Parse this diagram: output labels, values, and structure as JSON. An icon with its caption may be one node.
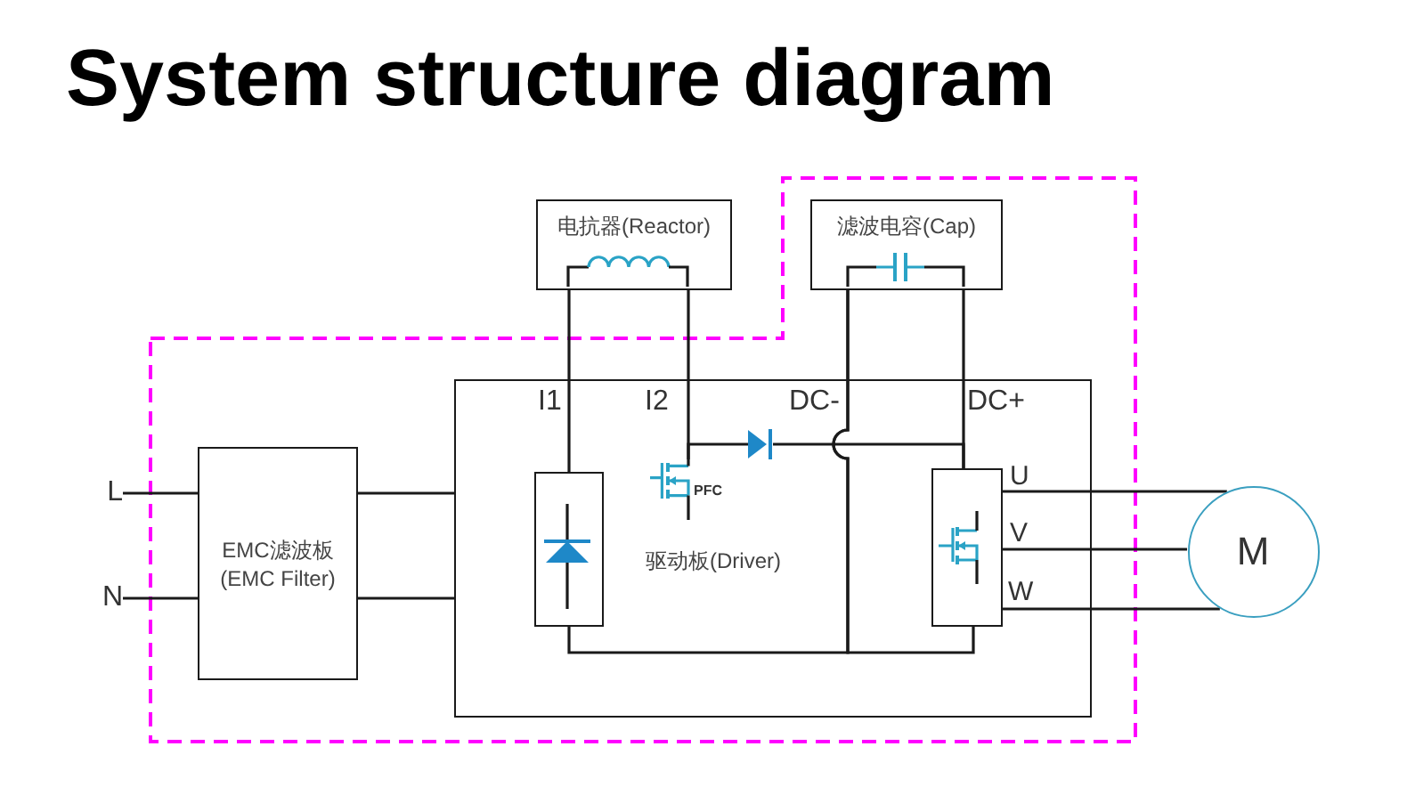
{
  "diagram": {
    "title": "System structure diagram",
    "nodes": [
      {
        "text": [
          "电抗器(Reactor)"
        ]
      },
      {
        "text": [
          "滤波电容(Cap)"
        ]
      },
      {
        "text": [
          "L"
        ]
      },
      {
        "text": [
          "N"
        ]
      },
      {
        "text": [
          "EMC滤波板(EMC Filter)"
        ]
      },
      {
        "text": [
          "驱动板(Driver)"
        ]
      },
      {
        "text": [],
        "shape": "box",
        "in": 5
      },
      {
        "text": [],
        "shape": "picture",
        "in": 5,
        "beside": [
          "PFC"
        ]
      },
      {
        "text": [],
        "shape": "picture",
        "in": 5
      },
      {
        "text": [],
        "shape": "box",
        "in": 5
      },
      {
        "text": [
          "M"
        ]
      }
    ],
    "edges": [
      {
        "from": 2,
        "to": 4,
        "arrow": "none"
      },
      {
        "from": 3,
        "to": 4,
        "arrow": "none"
      },
      {
        "from": 4,
        "to": 5,
        "arrow": "none"
      },
      {
        "from": 4,
        "to": 5,
        "arrow": "none"
      },
      {
        "from": 0,
        "to": 6,
        "arrow": "none"
      },
      {
        "from": 0,
        "to": 7,
        "arrow": "none"
      },
      {
        "from": 7,
        "to": 8,
        "arrow": "none"
      },
      {
        "from": 8,
        "to": 9,
        "arrow": "none"
      },
      {
        "from": 1,
        "to": 9,
        "arrow": "none"
      },
      {
        "from": 1,
        "to": 6,
        "arrow": "none"
      },
      {
        "from": 1,
        "to": 9,
        "arrow": "none"
      },
      {
        "from": 9,
        "to": 10,
        "arrow": "none"
      },
      {
        "from": 9,
        "to": 10,
        "arrow": "none"
      },
      {
        "from": 9,
        "to": 10,
        "arrow": "none"
      }
    ],
    "labels": [
      "I1",
      "I2",
      "DC-",
      "DC+",
      "U",
      "V",
      "W"
    ]
  }
}
